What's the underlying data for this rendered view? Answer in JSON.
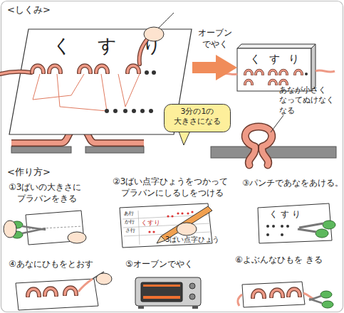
{
  "diagram": {
    "nodes": [
      {
        "text": [
          "くすり"
        ]
      },
      {
        "text": [
          "くすり"
        ]
      },
      {
        "text": [
          "3分の1の 大きさになる"
        ]
      }
    ],
    "edges": [
      {
        "from": 0,
        "to": 1,
        "arrow": "to",
        "label": "オーブン でやく"
      }
    ],
    "labels": [
      "<しくみ>",
      "あなが小さく なってぬけなく なる",
      "<作り方>",
      "①3ばいの大きさに プラバンをきる",
      "②3ばい点字ひょうをつかって プラバンにしるしをつける",
      "③パンチであなをあける。",
      "あ行",
      "か行",
      "さ行",
      "くすり",
      "3ばい点字ひょう",
      "くすり",
      "④あなにひもをとおす",
      "⑤オーブンでやく",
      "⑥よぶんなひもを きる"
    ]
  }
}
